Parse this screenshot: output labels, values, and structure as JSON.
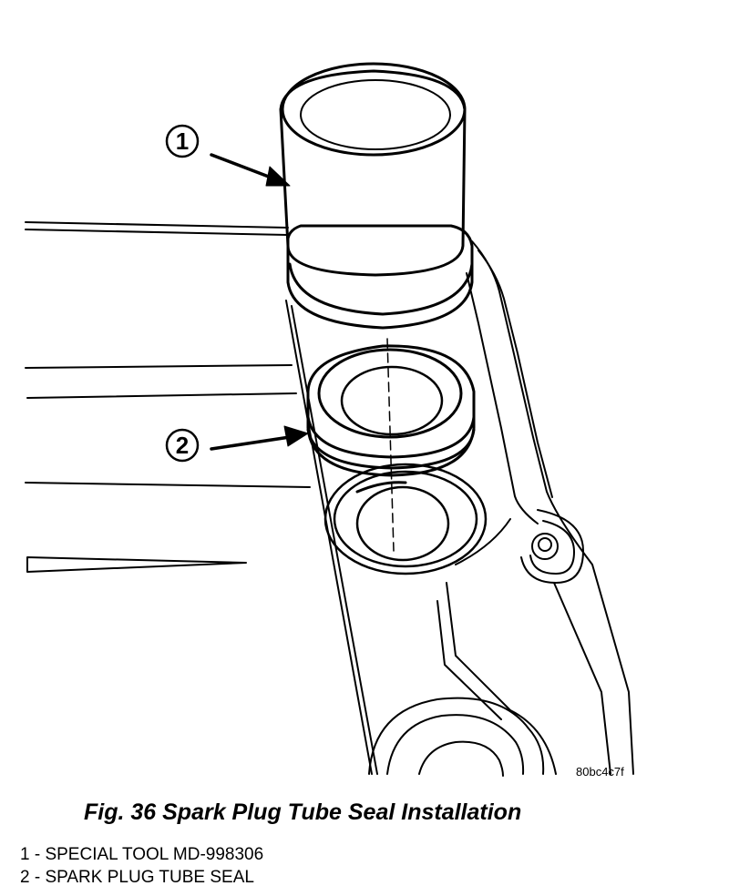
{
  "figure": {
    "caption": "Fig. 36 Spark Plug Tube Seal Installation",
    "reference_code": "80bc4c7f",
    "callouts": [
      {
        "number": "1"
      },
      {
        "number": "2"
      }
    ],
    "legend": [
      {
        "text": "1 - SPECIAL TOOL MD-998306"
      },
      {
        "text": "2 - SPARK PLUG TUBE SEAL"
      }
    ]
  }
}
